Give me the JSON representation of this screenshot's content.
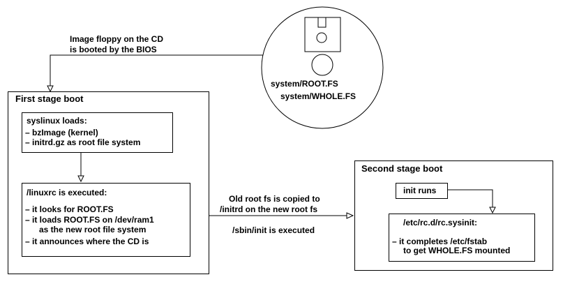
{
  "diagram": {
    "background": "#ffffff",
    "line_color": "#000000",
    "bios_note": {
      "line1": "Image floppy on the CD",
      "line2": "is booted by the BIOS"
    },
    "cd": {
      "file1": "system/ROOT.FS",
      "file2": "system/WHOLE.FS"
    },
    "first_stage": {
      "title": "First stage boot",
      "syslinux": {
        "title": "syslinux loads:",
        "item1": "– bzImage (kernel)",
        "item2": "– initrd.gz as root file system"
      },
      "linuxrc": {
        "title": "/linuxrc is executed:",
        "item1": "– it looks for ROOT.FS",
        "item2": "– it loads ROOT.FS on /dev/ram1",
        "item2_cont": "as the new root file system",
        "item3": "– it announces where the CD is"
      }
    },
    "transition": {
      "copy_line1": "Old root fs is copied to",
      "copy_line2": "/initrd on the new root fs",
      "exec_line": "/sbin/init is executed"
    },
    "second_stage": {
      "title": "Second stage boot",
      "init_label": "init runs",
      "sysinit": {
        "title": "/etc/rc.d/rc.sysinit:",
        "item1": "– it completes /etc/fstab",
        "item1_cont": "to get WHOLE.FS mounted"
      }
    }
  }
}
